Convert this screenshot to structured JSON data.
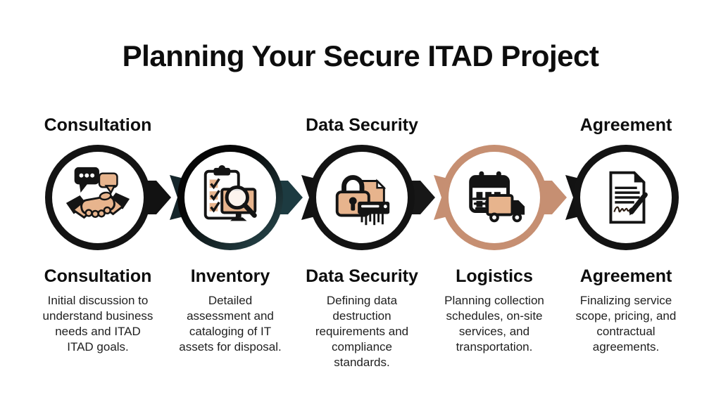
{
  "title": "Planning Your Secure ITAD Project",
  "colors": {
    "ring_black": "#131313",
    "ring_tan": "#c68f72",
    "teal_dark": "#2a4d53",
    "icon_tan": "#e7b48d",
    "text": "#1c1c1c"
  },
  "top_labels": [
    {
      "text": "Consultation"
    },
    {
      "text": "Data Security"
    },
    {
      "text": "Agreement"
    }
  ],
  "steps": [
    {
      "name": "Consultation",
      "description": "Initial discussion to\nunderstand business\nneeds and ITAD\nITAD goals.",
      "icon": "handshake-chat-icon"
    },
    {
      "name": "Inventory",
      "description": "Detailed\nassessment and\ncataloging of IT\nassets for disposal.",
      "icon": "inventory-checklist-icon"
    },
    {
      "name": "Data Security",
      "description": "Defining data\ndestruction\nrequirements and\ncompliance\nstandards.",
      "icon": "lock-shredder-icon"
    },
    {
      "name": "Logistics",
      "description": "Planning collection\nschedules, on-site\nservices, and\ntransportation.",
      "icon": "calendar-truck-icon"
    },
    {
      "name": "Agreement",
      "description": "Finalizing service\nscope, pricing, and\ncontractual\nagreements.",
      "icon": "contract-signature-icon"
    }
  ]
}
